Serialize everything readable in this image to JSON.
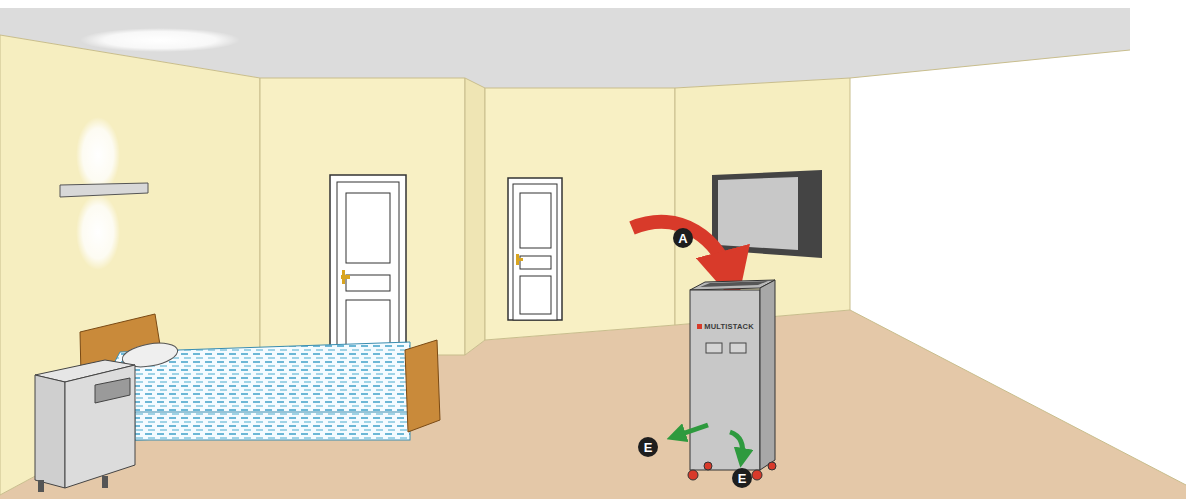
{
  "diagram": {
    "labels": [
      "A",
      "MULTISTACK",
      "E",
      "E"
    ]
  }
}
